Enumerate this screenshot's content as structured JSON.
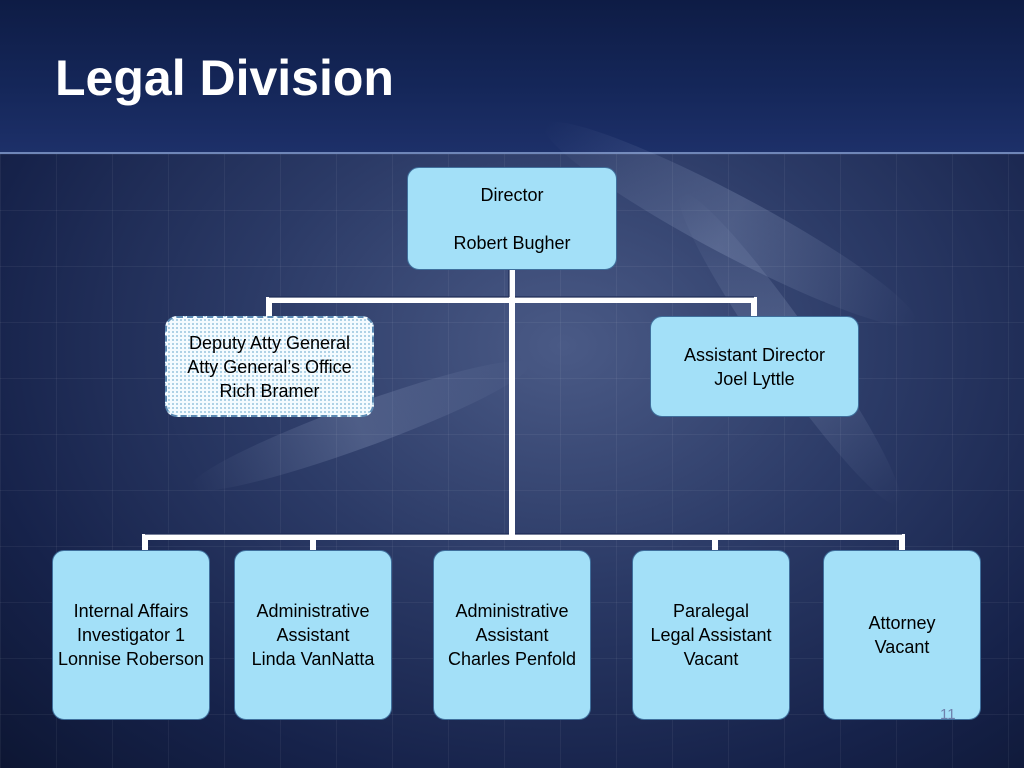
{
  "slide": {
    "title": "Legal Division",
    "page_number": "11"
  },
  "org_chart": {
    "director": {
      "title": "Director",
      "name": "Robert Bugher"
    },
    "deputy": {
      "line1": "Deputy Atty General",
      "line2": "Atty General’s Office",
      "line3": "Rich Bramer"
    },
    "assistant_director": {
      "title": "Assistant Director",
      "name": "Joel Lyttle"
    },
    "staff": [
      {
        "line1": "Internal Affairs",
        "line2": "Investigator 1",
        "line3": "Lonnise Roberson"
      },
      {
        "line1": "Administrative",
        "line2": "Assistant",
        "line3": "Linda VanNatta"
      },
      {
        "line1": "Administrative",
        "line2": "Assistant",
        "line3": "Charles Penfold"
      },
      {
        "line1": "Paralegal",
        "line2": "Legal Assistant",
        "line3": "Vacant"
      },
      {
        "line1": "Attorney",
        "line2": "Vacant"
      }
    ]
  },
  "colors": {
    "box_fill": "#a3e0f8",
    "connector": "#ffffff",
    "title_text": "#ffffff"
  }
}
